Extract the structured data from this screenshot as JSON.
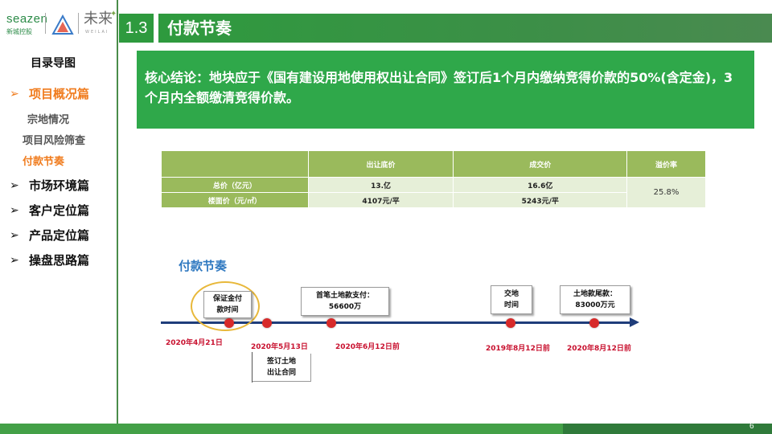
{
  "logo": {
    "brand": "seazen",
    "brand_sub": "新城控股",
    "weilai": "未来",
    "weilai_sub": "WEILAI"
  },
  "header": {
    "section_number": "1.3",
    "title": "付款节奏"
  },
  "sidebar": {
    "title": "目录导图",
    "items": [
      {
        "label": "项目概况篇",
        "active": true
      },
      {
        "label": "宗地情况"
      },
      {
        "label": "项目风险筛查"
      },
      {
        "label": "付款节奏",
        "active": true
      },
      {
        "label": "市场环境篇"
      },
      {
        "label": "客户定位篇"
      },
      {
        "label": "产品定位篇"
      },
      {
        "label": "操盘思路篇"
      }
    ],
    "arrow_glyph": "➢"
  },
  "conclusion": {
    "text": "核心结论：地块应于《国有建设用地使用权出让合同》签订后1个月内缴纳竞得价款的50%(含定金)，3个月内全额缴清竞得价款。"
  },
  "table": {
    "headers": [
      "",
      "出让底价",
      "成交价",
      "溢价率"
    ],
    "rows": [
      {
        "label": "总价（亿元）",
        "base": "13.亿",
        "deal": "16.6亿"
      },
      {
        "label": "楼面价（元/㎡）",
        "base": "4107元/平",
        "deal": "5243元/平"
      }
    ],
    "premium": "25.8%"
  },
  "timeline": {
    "title": "付款节奏",
    "events": [
      {
        "box": [
          "保证金付",
          "款时间"
        ],
        "date": "2020年4月21日"
      },
      {
        "box": [
          "签订土地",
          "出让合同"
        ],
        "date": "2020年5月13日"
      },
      {
        "box": [
          "首笔土地款支付：",
          "56600万"
        ],
        "date": "2020年6月12日前"
      },
      {
        "box": [
          "交地",
          "时间"
        ],
        "date": "2019年8月12日前"
      },
      {
        "box": [
          "土地款尾款：",
          "83000万元"
        ],
        "date": "2020年8月12日前"
      }
    ]
  },
  "page_number": "6",
  "colors": {
    "header_green": "#2e9a3e",
    "conclusion_green": "#2fa84a",
    "table_header": "#9aba5c",
    "table_cell": "#e6efd8",
    "active_orange": "#f07c1e",
    "timeline_navy": "#1f3d7a",
    "dot_red": "#d72a2a",
    "date_red": "#c8102e",
    "title_blue": "#2e78c0"
  }
}
